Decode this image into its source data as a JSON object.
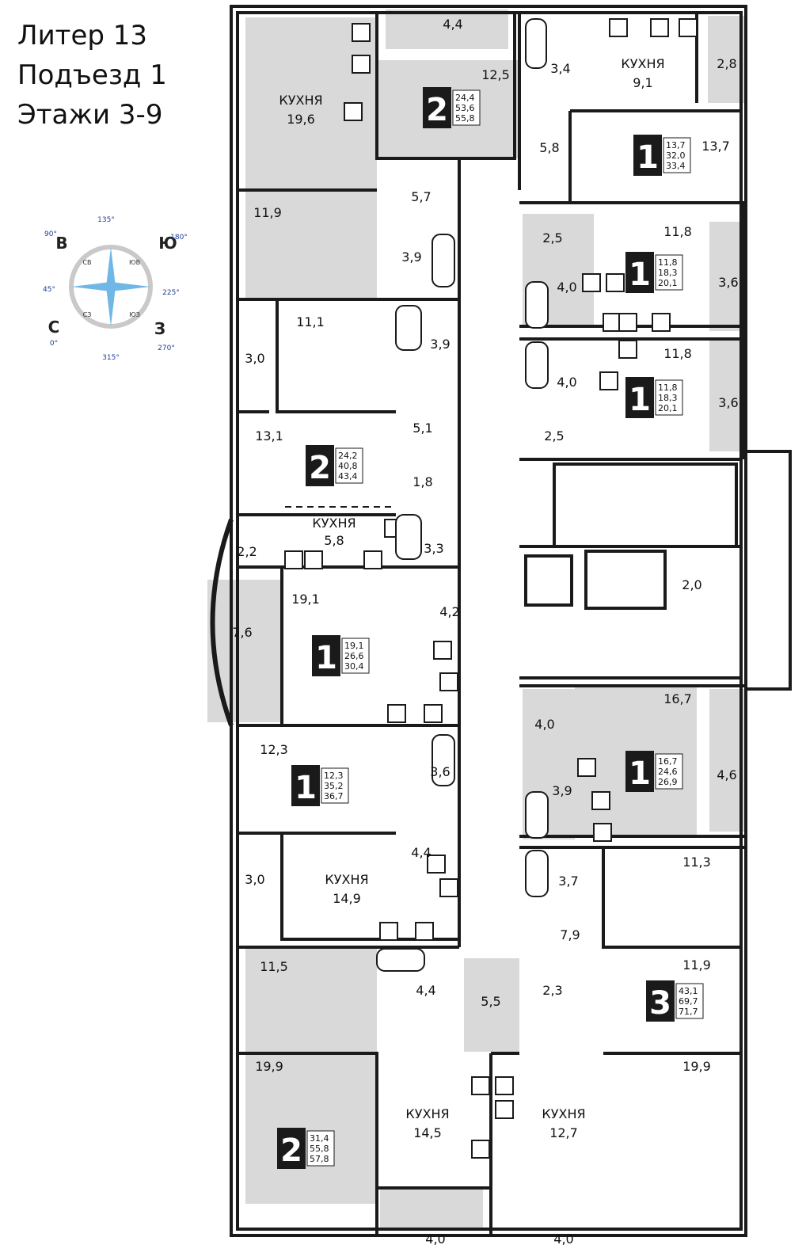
{
  "header": {
    "line1": "Литер 13",
    "line2": "Подъезд 1",
    "line3": "Этажи 3-9"
  },
  "colors": {
    "room_fill": "#d9d9d9",
    "wall": "#1a1a1a",
    "badge": "#1a1a1a",
    "compass_red": "#d8232a",
    "compass_blue": "#1f3f94",
    "compass_light": "#6fb7e6"
  },
  "compass": {
    "labels": [
      "Ю",
      "З",
      "С",
      "В"
    ],
    "degrees": [
      "180°",
      "225°",
      "270°",
      "315°",
      "0°",
      "45°",
      "90°",
      "135°"
    ],
    "small": [
      "ЮВ",
      "ЮЗ",
      "СЗ",
      "СВ"
    ]
  },
  "areas": [
    "4,4",
    "12,5",
    "КУХНЯ",
    "19,6",
    "5,7",
    "11,9",
    "3,9",
    "11,1",
    "3,9",
    "3,0",
    "5,1",
    "13,1",
    "1,8",
    "КУХНЯ",
    "5,8",
    "3,3",
    "2,2",
    "19,1",
    "4,2",
    "7,6",
    "12,3",
    "3,6",
    "4,4",
    "3,0",
    "КУХНЯ",
    "14,9",
    "11,5",
    "4,4",
    "5,5",
    "19,9",
    "КУХНЯ",
    "14,5",
    "4,0",
    "3,4",
    "КУХНЯ",
    "9,1",
    "2,8",
    "13,7",
    "5,8",
    "2,5",
    "11,8",
    "4,0",
    "3,6",
    "4,0",
    "11,8",
    "3,6",
    "2,5",
    "2,0",
    "16,7",
    "4,0",
    "3,9",
    "4,6",
    "3,7",
    "11,3",
    "7,9",
    "2,3",
    "11,9",
    "19,9",
    "КУХНЯ",
    "12,7",
    "4,0"
  ],
  "apartments": [
    {
      "rooms": "2",
      "a": "24,4",
      "b": "53,6",
      "c": "55,8"
    },
    {
      "rooms": "2",
      "a": "24,2",
      "b": "40,8",
      "c": "43,4"
    },
    {
      "rooms": "1",
      "a": "19,1",
      "b": "26,6",
      "c": "30,4"
    },
    {
      "rooms": "1",
      "a": "12,3",
      "b": "35,2",
      "c": "36,7"
    },
    {
      "rooms": "2",
      "a": "31,4",
      "b": "55,8",
      "c": "57,8"
    },
    {
      "rooms": "1",
      "a": "13,7",
      "b": "32,0",
      "c": "33,4"
    },
    {
      "rooms": "1",
      "a": "11,8",
      "b": "18,3",
      "c": "20,1"
    },
    {
      "rooms": "1",
      "a": "11,8",
      "b": "18,3",
      "c": "20,1"
    },
    {
      "rooms": "1",
      "a": "16,7",
      "b": "24,6",
      "c": "26,9"
    },
    {
      "rooms": "3",
      "a": "43,1",
      "b": "69,7",
      "c": "71,7"
    }
  ]
}
